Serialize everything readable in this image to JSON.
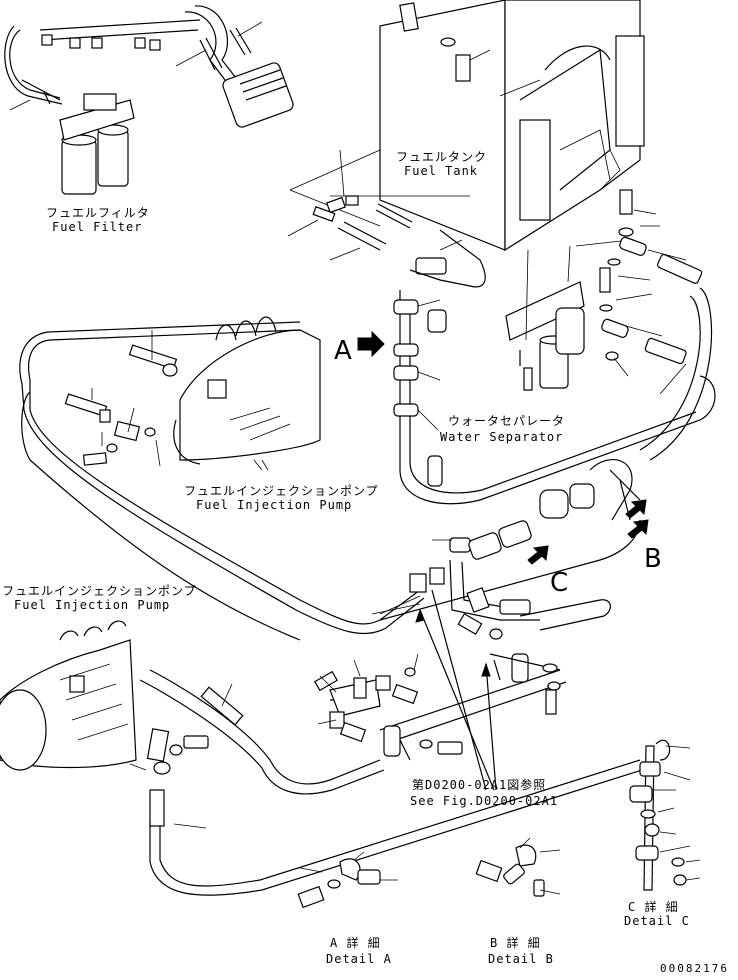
{
  "labels": {
    "fuel_filter_jp": "フュエルフィルタ",
    "fuel_filter_en": "Fuel Filter",
    "fuel_tank_jp": "フュエルタンク",
    "fuel_tank_en": "Fuel Tank",
    "water_separator_jp": "ウォータセパレータ",
    "water_separator_en": "Water Separator",
    "fuel_injection_pump_jp": "フュエルインジェクションポンプ",
    "fuel_injection_pump_en": "Fuel Injection Pump",
    "fuel_injection_pump2_jp": "フュエルインジェクションポンプ",
    "fuel_injection_pump2_en": "Fuel Injection Pump",
    "see_fig_jp": "第D0200-02A1図参照",
    "see_fig_en": "See Fig.D0200-02A1",
    "detail_a_jp": "A 詳 細",
    "detail_a_en": "Detail A",
    "detail_b_jp": "B 詳 細",
    "detail_b_en": "Detail B",
    "detail_c_jp": "C 詳 細",
    "detail_c_en": "Detail C"
  },
  "view_markers": {
    "a": "A",
    "b": "B",
    "c": "C"
  },
  "drawing_code": "00082176"
}
